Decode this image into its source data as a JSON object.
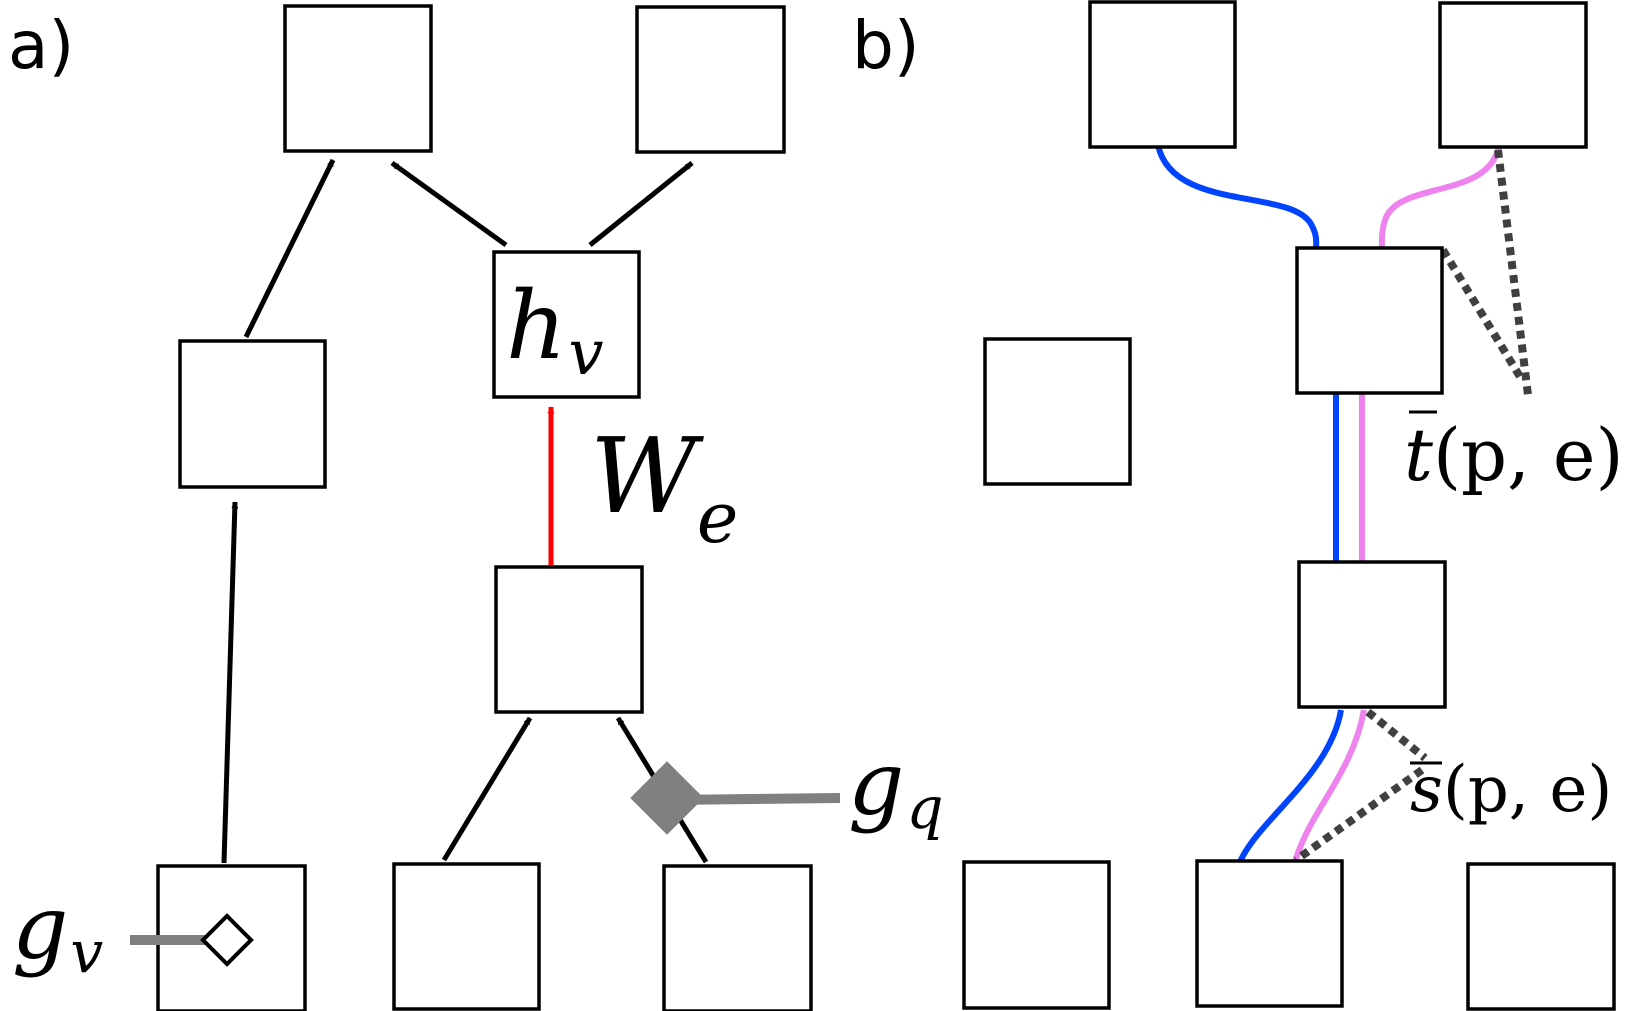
{
  "panels": [
    {
      "label": "a)"
    },
    {
      "label": "b)"
    }
  ],
  "labels": {
    "h_main": "h",
    "h_sub": "v",
    "w_main": "W",
    "w_sub": "e",
    "gq_main": "g",
    "gq_sub": "q",
    "gv_main": "g",
    "gv_sub": "v",
    "t_bar": "t",
    "t_args": "(p, e)",
    "s_bar": "s",
    "s_args": "(p, e)"
  },
  "colors": {
    "edge": "#000000",
    "highlight_edge": "#ff0000",
    "gate": "#808080",
    "path_blue": "#0044ff",
    "path_pink": "#ee82ee",
    "dotted": "#404040"
  }
}
